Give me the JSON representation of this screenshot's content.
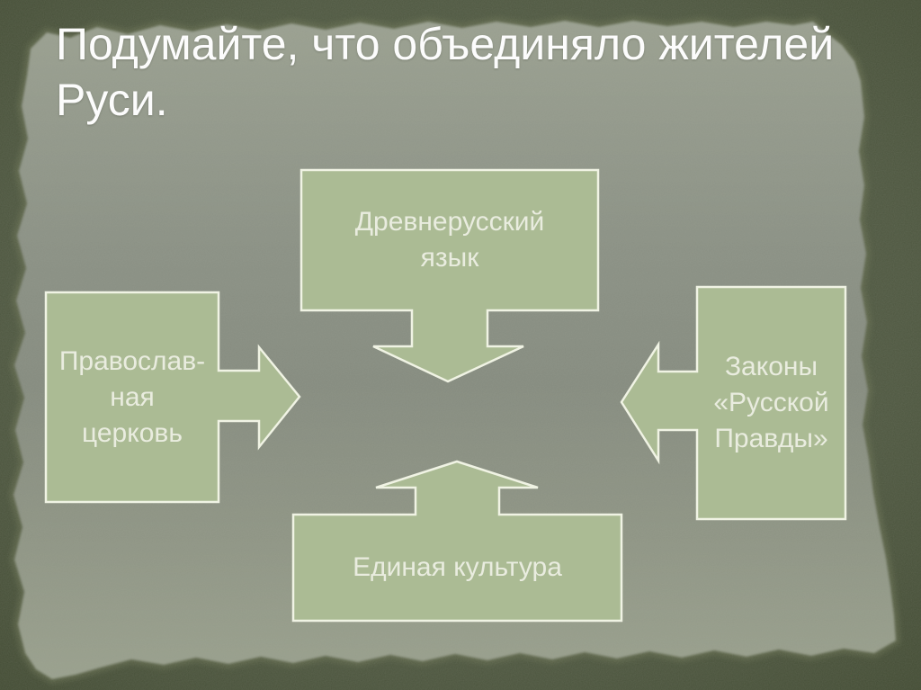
{
  "slide": {
    "title_full": "Подумайте, что объединяло жителей Руси.",
    "title_lines": [
      "Подумайте, что объединяло жителей",
      "Руси."
    ]
  },
  "diagram": {
    "type": "converging-arrows",
    "nodes": {
      "top": {
        "label": "Древнерусский\nязык",
        "arrow_direction": "down"
      },
      "left": {
        "label": "Православ-\nная\nцерковь",
        "arrow_direction": "right"
      },
      "right": {
        "label": "Законы\n«Русской\nПравды»",
        "arrow_direction": "left"
      },
      "bottom": {
        "label": "Единая культура",
        "arrow_direction": "up"
      }
    }
  },
  "colors": {
    "node_fill": "#abbb94",
    "node_stroke": "#f0f3e4",
    "node_text": "#e9ecdf",
    "title_text": "#fcfcfc",
    "paper": "#8b9184",
    "border_dark": "#4e5740"
  }
}
